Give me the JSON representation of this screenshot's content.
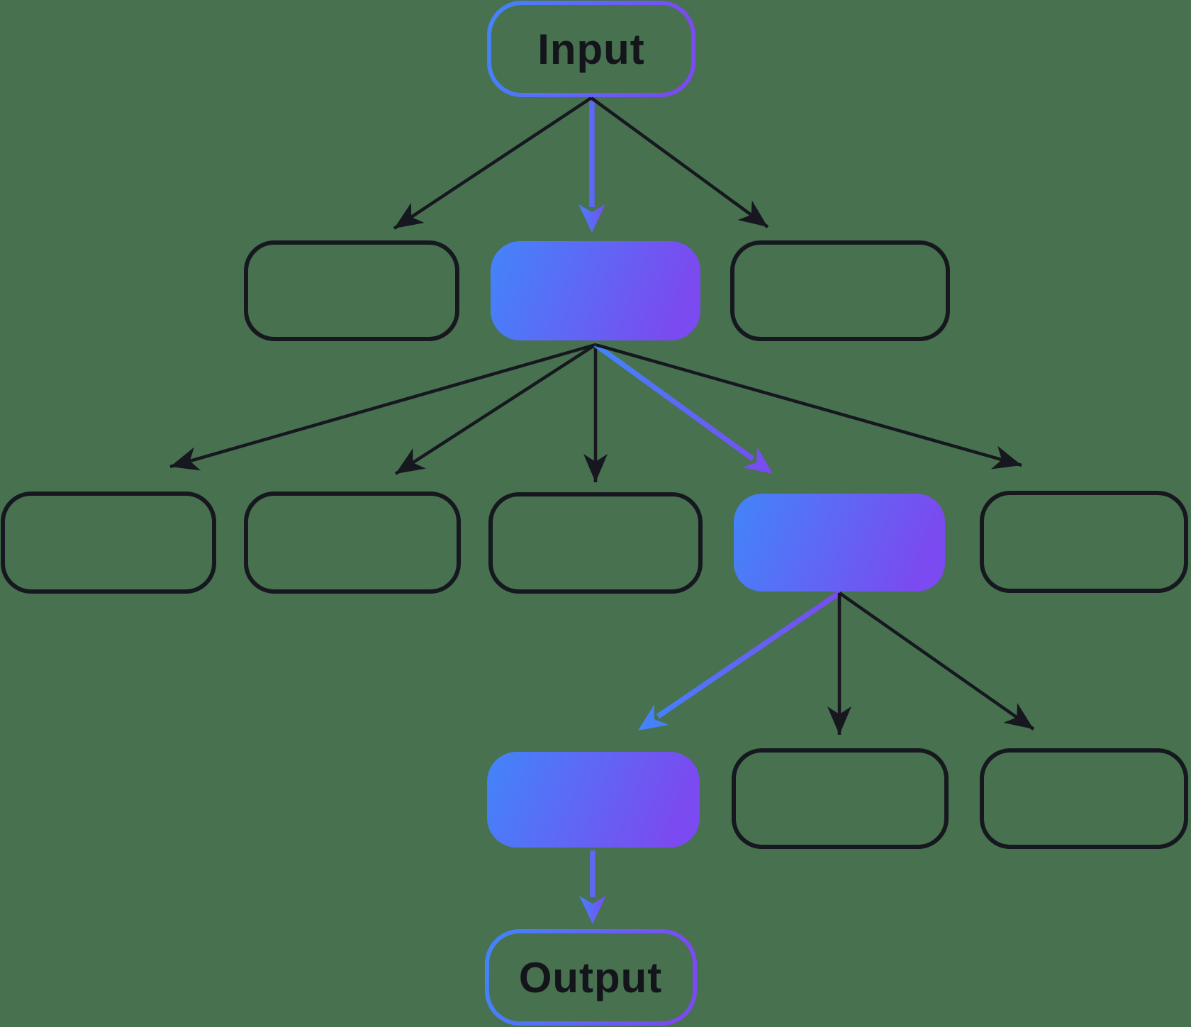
{
  "diagram": {
    "background_color": "#47714F",
    "colors": {
      "node_outline": "#16171F",
      "arrow_ink": "#0E0F16",
      "accent_blue": "#4285FA",
      "accent_purple": "#7B4AF0",
      "label_text": "#14141B"
    },
    "nodes": [
      {
        "id": "input",
        "label": "Input",
        "style": "gradient-outline"
      },
      {
        "id": "branch-1-left",
        "label": "",
        "style": "outline"
      },
      {
        "id": "branch-1-center",
        "label": "",
        "style": "gradient-fill",
        "highlighted": true
      },
      {
        "id": "branch-1-right",
        "label": "",
        "style": "outline"
      },
      {
        "id": "branch-2-1",
        "label": "",
        "style": "outline"
      },
      {
        "id": "branch-2-2",
        "label": "",
        "style": "outline"
      },
      {
        "id": "branch-2-3",
        "label": "",
        "style": "outline"
      },
      {
        "id": "branch-2-4",
        "label": "",
        "style": "gradient-fill",
        "highlighted": true
      },
      {
        "id": "branch-2-5",
        "label": "",
        "style": "outline"
      },
      {
        "id": "branch-3-1",
        "label": "",
        "style": "gradient-fill",
        "highlighted": true
      },
      {
        "id": "branch-3-2",
        "label": "",
        "style": "outline"
      },
      {
        "id": "branch-3-3",
        "label": "",
        "style": "outline"
      },
      {
        "id": "output",
        "label": "Output",
        "style": "gradient-outline"
      }
    ],
    "edges": [
      {
        "from": "input",
        "to": "branch-1-left",
        "style": "plain"
      },
      {
        "from": "input",
        "to": "branch-1-center",
        "style": "highlight"
      },
      {
        "from": "input",
        "to": "branch-1-right",
        "style": "plain"
      },
      {
        "from": "branch-1-center",
        "to": "branch-2-1",
        "style": "plain"
      },
      {
        "from": "branch-1-center",
        "to": "branch-2-2",
        "style": "plain"
      },
      {
        "from": "branch-1-center",
        "to": "branch-2-3",
        "style": "plain"
      },
      {
        "from": "branch-1-center",
        "to": "branch-2-4",
        "style": "highlight"
      },
      {
        "from": "branch-1-center",
        "to": "branch-2-5",
        "style": "plain"
      },
      {
        "from": "branch-2-4",
        "to": "branch-3-1",
        "style": "highlight"
      },
      {
        "from": "branch-2-4",
        "to": "branch-3-2",
        "style": "plain"
      },
      {
        "from": "branch-2-4",
        "to": "branch-3-3",
        "style": "plain"
      },
      {
        "from": "branch-3-1",
        "to": "output",
        "style": "highlight"
      }
    ]
  }
}
